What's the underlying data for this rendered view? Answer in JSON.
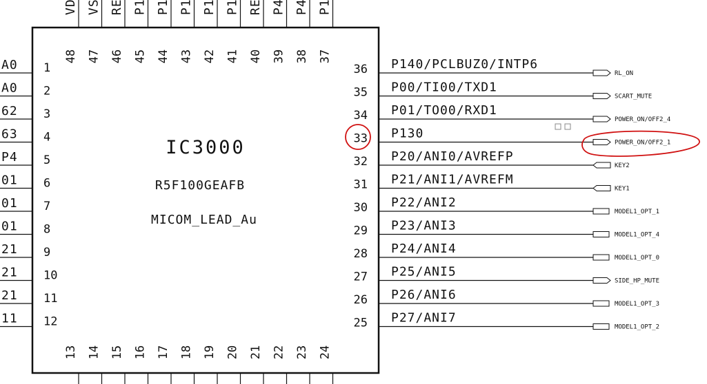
{
  "chip": {
    "ref": "IC3000",
    "part": "R5F100GEAFB",
    "value": "MICOM_LEAD_Au"
  },
  "left_pins": [
    {
      "num": "1",
      "label": "A0"
    },
    {
      "num": "2",
      "label": "A0"
    },
    {
      "num": "3",
      "label": "62"
    },
    {
      "num": "4",
      "label": "63"
    },
    {
      "num": "5",
      "label": "P4"
    },
    {
      "num": "6",
      "label": "01"
    },
    {
      "num": "7",
      "label": "01"
    },
    {
      "num": "8",
      "label": "01"
    },
    {
      "num": "9",
      "label": "21"
    },
    {
      "num": "10",
      "label": "21"
    },
    {
      "num": "11",
      "label": "21"
    },
    {
      "num": "12",
      "label": "11"
    }
  ],
  "right_pins": [
    {
      "num": "36",
      "label": "P140/PCLBUZ0/INTP6",
      "net": "RL_ON",
      "port": "output"
    },
    {
      "num": "35",
      "label": "P00/TI00/TXD1",
      "net": "SCART_MUTE",
      "port": "output"
    },
    {
      "num": "34",
      "label": "P01/TO00/RXD1",
      "net": "POWER_ON/OFF2_4",
      "port": "output"
    },
    {
      "num": "33",
      "label": "P130",
      "net": "POWER_ON/OFF2_1",
      "port": "output"
    },
    {
      "num": "32",
      "label": "P20/ANI0/AVREFP",
      "net": "KEY2",
      "port": "input"
    },
    {
      "num": "31",
      "label": "P21/ANI1/AVREFM",
      "net": "KEY1",
      "port": "input"
    },
    {
      "num": "30",
      "label": "P22/ANI2",
      "net": "MODEL1_OPT_1",
      "port": "box"
    },
    {
      "num": "29",
      "label": "P23/ANI3",
      "net": "MODEL1_OPT_4",
      "port": "box"
    },
    {
      "num": "28",
      "label": "P24/ANI4",
      "net": "MODEL1_OPT_0",
      "port": "box"
    },
    {
      "num": "27",
      "label": "P25/ANI5",
      "net": "SIDE_HP_MUTE",
      "port": "output"
    },
    {
      "num": "26",
      "label": "P26/ANI6",
      "net": "MODEL1_OPT_3",
      "port": "box"
    },
    {
      "num": "25",
      "label": "P27/ANI7",
      "net": "MODEL1_OPT_2",
      "port": "box"
    }
  ],
  "top_pins": [
    {
      "num": "48",
      "label": "VD"
    },
    {
      "num": "47",
      "label": "VS"
    },
    {
      "num": "46",
      "label": "RE"
    },
    {
      "num": "45",
      "label": "P1"
    },
    {
      "num": "44",
      "label": "P1"
    },
    {
      "num": "43",
      "label": "P1"
    },
    {
      "num": "42",
      "label": "P1"
    },
    {
      "num": "41",
      "label": "P1"
    },
    {
      "num": "40",
      "label": "RE"
    },
    {
      "num": "39",
      "label": "P4"
    },
    {
      "num": "38",
      "label": "P4"
    },
    {
      "num": "37",
      "label": "P1"
    }
  ],
  "bottom_pins": [
    {
      "num": "13"
    },
    {
      "num": "14"
    },
    {
      "num": "15"
    },
    {
      "num": "16"
    },
    {
      "num": "17"
    },
    {
      "num": "18"
    },
    {
      "num": "19"
    },
    {
      "num": "20"
    },
    {
      "num": "21"
    },
    {
      "num": "22"
    },
    {
      "num": "23"
    },
    {
      "num": "24"
    }
  ],
  "highlight": {
    "pin": "33",
    "net": "POWER_ON/OFF2_1",
    "color": "#d01010"
  },
  "colors": {
    "line": "#111111",
    "highlight": "#d01010",
    "background": "#ffffff"
  }
}
